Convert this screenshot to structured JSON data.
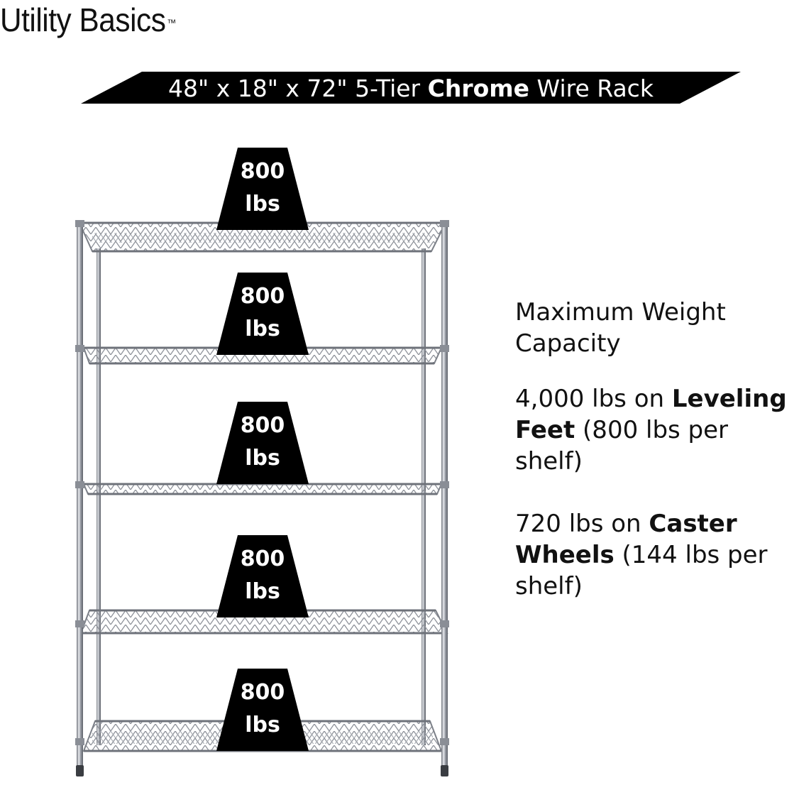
{
  "brand": {
    "name": "Utility Basics",
    "tm": "™"
  },
  "banner": {
    "prefix": "48\" x 18\" x 72\" 5-Tier ",
    "bold": "Chrome",
    "suffix": " Wire Rack"
  },
  "shelves": [
    {
      "value": "800",
      "unit": "lbs"
    },
    {
      "value": "800",
      "unit": "lbs"
    },
    {
      "value": "800",
      "unit": "lbs"
    },
    {
      "value": "800",
      "unit": "lbs"
    },
    {
      "value": "800",
      "unit": "lbs"
    }
  ],
  "capacity": {
    "title": "Maximum Weight Capacity",
    "leveling": {
      "pre": "4,000 lbs on ",
      "bold": "Leveling Feet",
      "post": " (800 lbs per shelf)"
    },
    "caster": {
      "pre": "720 lbs on ",
      "bold": "Caster Wheels",
      "post": " (144 lbs per shelf)"
    }
  },
  "colors": {
    "badge": "#000000",
    "banner": "#000000",
    "chrome": "#b9bcc3"
  }
}
